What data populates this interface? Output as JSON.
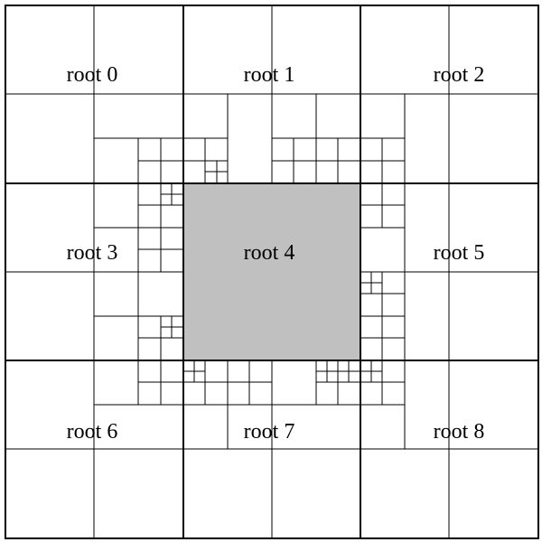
{
  "roots": [
    {
      "label": "root 0"
    },
    {
      "label": "root 1"
    },
    {
      "label": "root 2"
    },
    {
      "label": "root 3"
    },
    {
      "label": "root 4"
    },
    {
      "label": "root 5"
    },
    {
      "label": "root 6"
    },
    {
      "label": "root 7"
    },
    {
      "label": "root 8"
    }
  ],
  "colors": {
    "highlighted_root_fill": "#c0c0c0",
    "line": "#000000",
    "background": "#ffffff"
  },
  "highlighted_root_index": 4
}
